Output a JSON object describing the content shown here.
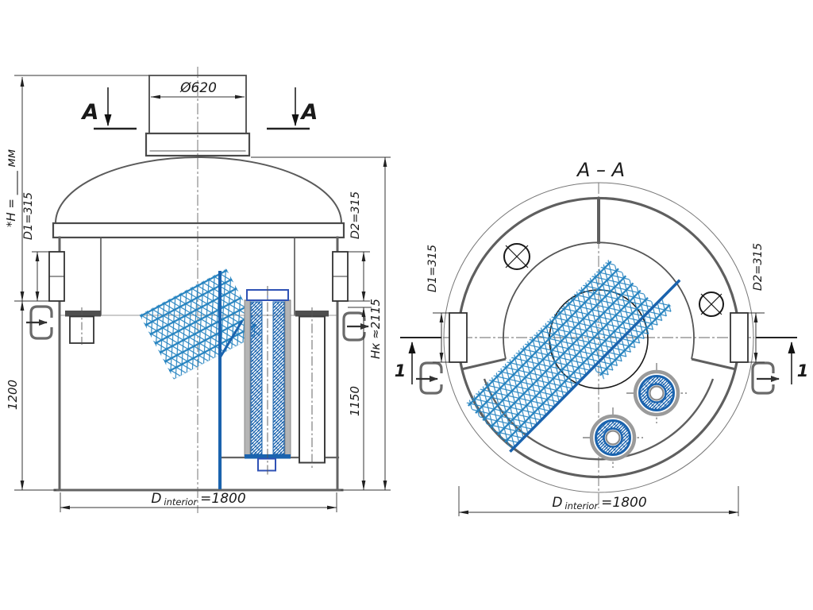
{
  "front_view": {
    "dim_overall_height": "*H = ____ мм",
    "dim_neck_diameter": "Ø620",
    "section_mark": "A",
    "dim_inlet": "D1=315",
    "dim_outlet": "D2=315",
    "dim_height_body": "Hк ≈2115",
    "dim_height_right": "1150",
    "dim_height_left": "1200",
    "dim_inner_diameter": {
      "symbol": "D",
      "subscript": "interior",
      "value": "=1800"
    }
  },
  "section_view": {
    "title": "A – A",
    "dim_inlet": "D1=315",
    "dim_outlet": "D2=315",
    "plane_mark": "1",
    "dim_inner_diameter": {
      "symbol": "D",
      "subscript": "interior",
      "value": "=1800"
    }
  },
  "colors": {
    "line_gray": "#636363",
    "dark": "#222222",
    "accent_blue": "#1a63ae",
    "mesh_blue": "#2583c0",
    "cap_blue": "#2f52b5",
    "wall_fill": "#b5b5b5"
  }
}
